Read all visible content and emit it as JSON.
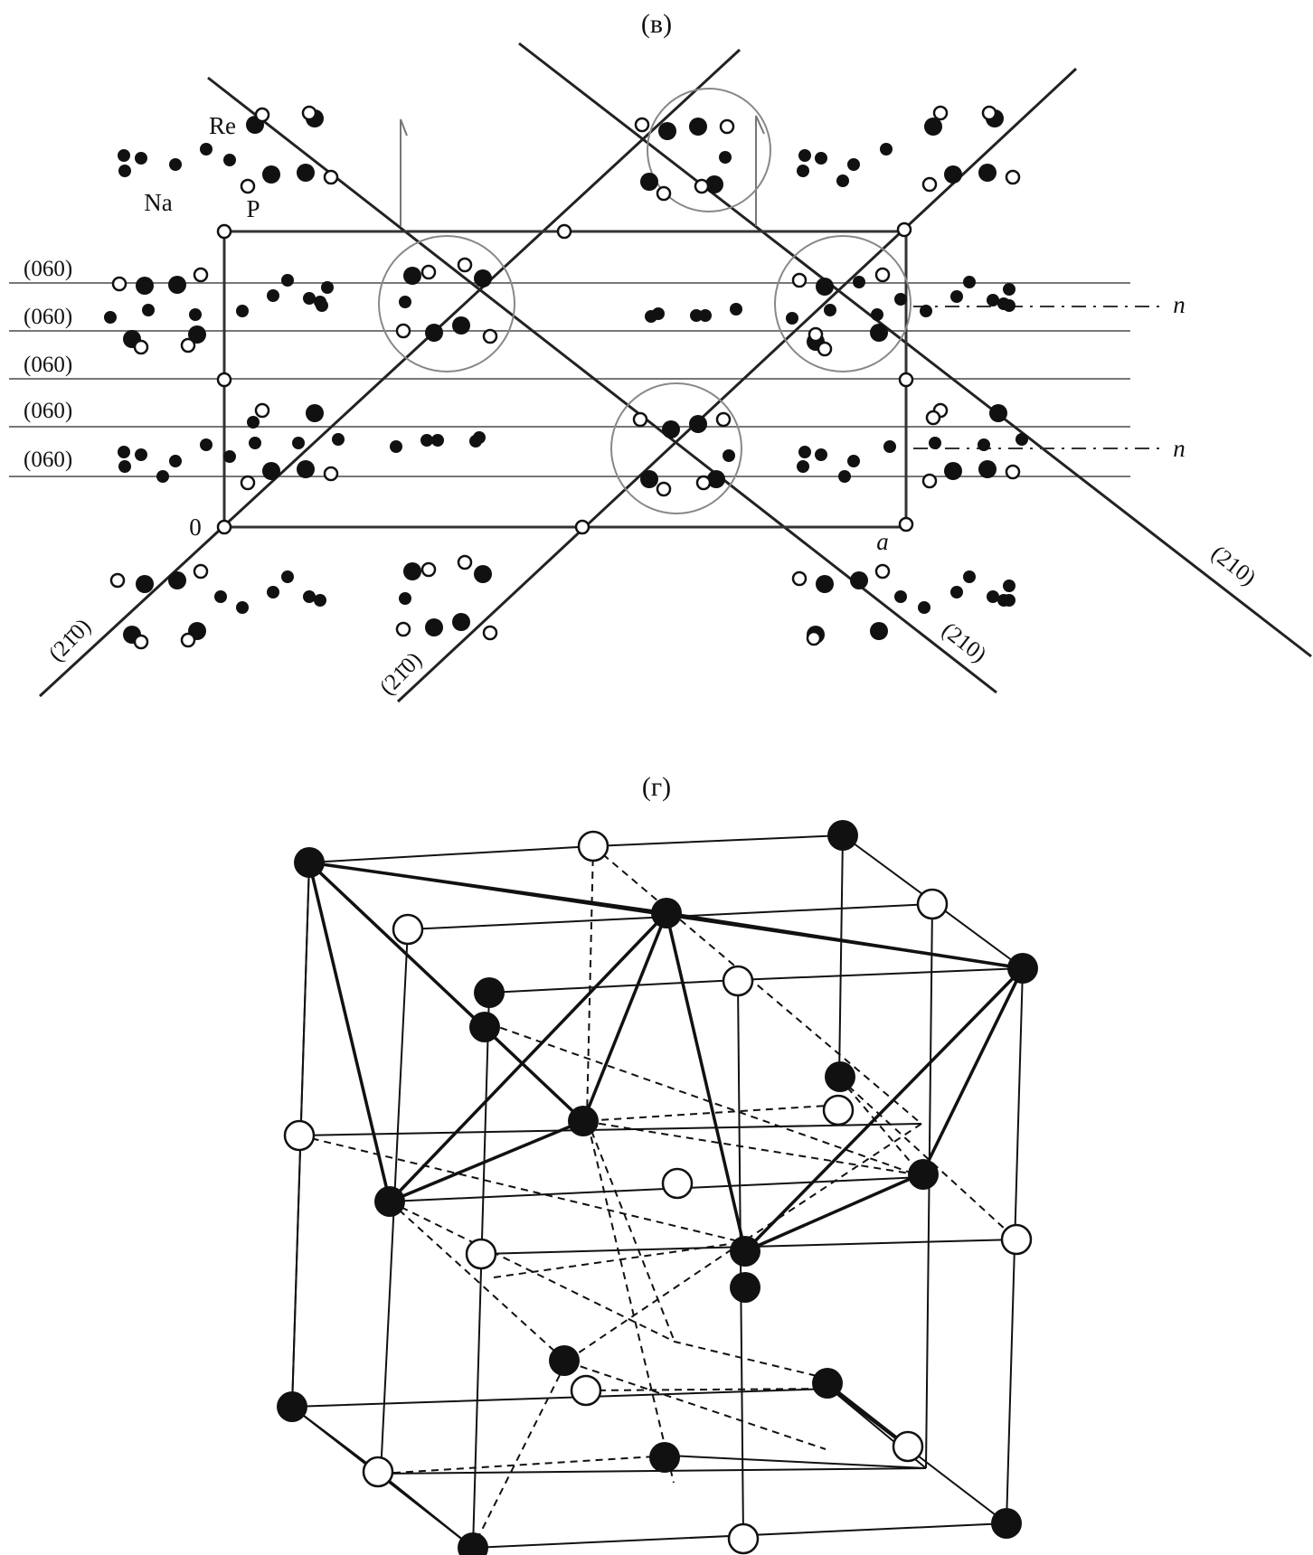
{
  "panel_b": {
    "label": "(в)",
    "atom_labels": {
      "re": "Re",
      "na": "Na",
      "p": "P"
    },
    "plane_labels": {
      "p060": "(060)",
      "p2_1bar_0": "(21̄0)",
      "p210": "(210)"
    },
    "origin_label": "0",
    "axis_label": "a",
    "glide_label": "n"
  },
  "panel_g": {
    "label": "(г)"
  },
  "colors": {
    "ink": "#111111",
    "plane_line": "#777777",
    "paper": "#ffffff"
  }
}
